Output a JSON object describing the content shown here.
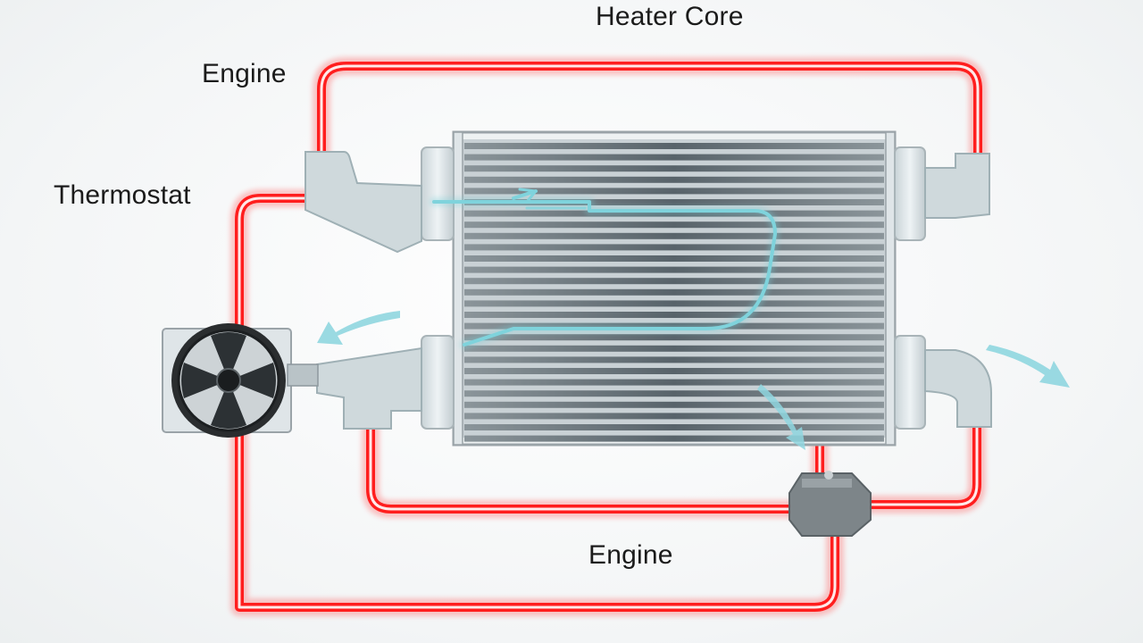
{
  "diagram": {
    "labels": {
      "heater_core": "Heater Core",
      "engine_top": "Engine",
      "thermostat": "Thermostat",
      "engine_bottom": "Engine"
    },
    "colors": {
      "hot_coolant": "#ff2020",
      "hot_glow": "#ff6b6b",
      "air_flow": "#7fd3dc",
      "radiator_frame": "#9aa3a8",
      "fin": "#6f7a80",
      "tank": "#dfe7ea"
    },
    "icons": [
      "fan-icon",
      "pressure-cap-icon",
      "airflow-arrow-icon"
    ]
  }
}
